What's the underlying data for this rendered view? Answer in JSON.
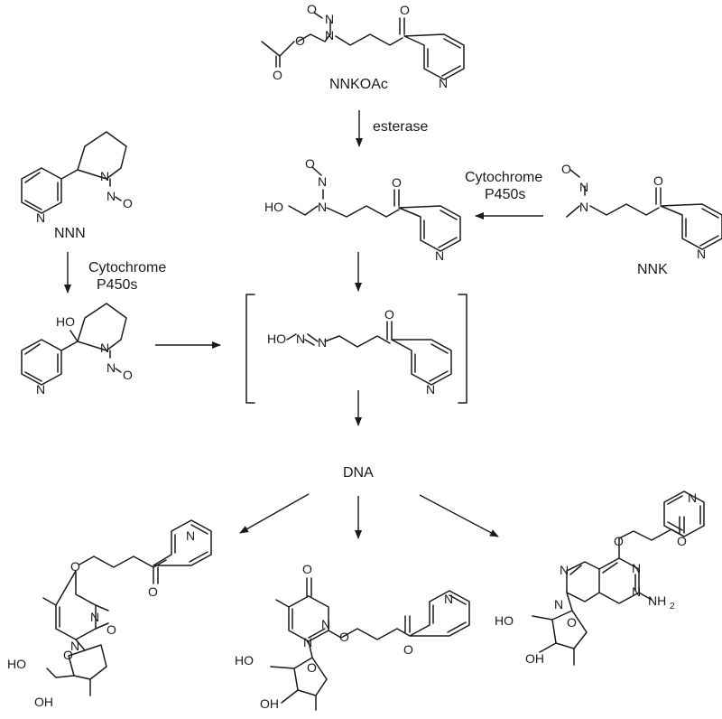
{
  "compounds": {
    "nnkoac": {
      "name": "NNKOAc"
    },
    "nnn": {
      "name": "NNN"
    },
    "nnk": {
      "name": "NNK"
    },
    "hydroxymethyl": {
      "name": ""
    },
    "nnn_hydroxy": {
      "name": ""
    },
    "diazohydroxide": {
      "name": ""
    }
  },
  "reagents": {
    "esterase": "esterase",
    "cyp_nnk_1": "Cytochrome",
    "cyp_nnk_2": "P450s",
    "cyp_nnn_1": "Cytochrome",
    "cyp_nnn_2": "P450s"
  },
  "target": "DNA",
  "atoms": {
    "O": "O",
    "N": "N",
    "HO": "HO",
    "OH": "OH",
    "NH2": "NH",
    "sub2": "2"
  },
  "colors": {
    "ink": "#1a1a1a",
    "background": "#ffffff"
  }
}
